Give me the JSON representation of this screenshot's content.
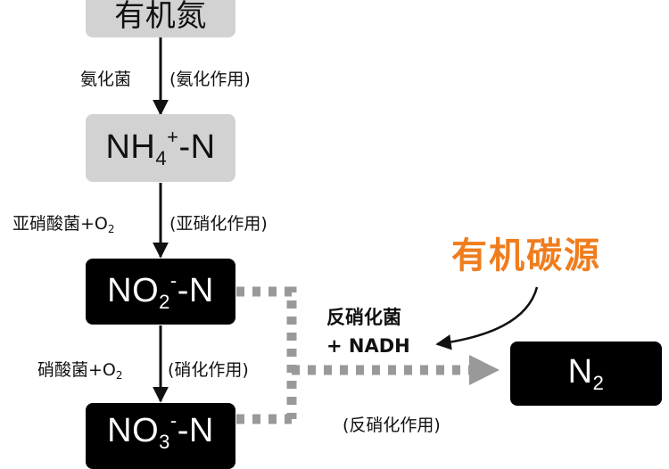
{
  "nodes": {
    "organic_n": {
      "label": "有机氮"
    },
    "nh4": {
      "main": "NH",
      "sub": "4",
      "sup": "+",
      "suffix": "-N"
    },
    "no2": {
      "main": "NO",
      "sub": "2",
      "sup": "-",
      "suffix": "-N"
    },
    "no3": {
      "main": "NO",
      "sub": "3",
      "sup": "-",
      "suffix": "-N"
    },
    "n2": {
      "main": "N",
      "sub": "2"
    }
  },
  "edges": {
    "ammonification": {
      "agent": "氨化菌",
      "process": "(氨化作用)"
    },
    "nitritation": {
      "agent": "亚硝酸菌+O",
      "agent_sub": "2",
      "process": "(亚硝化作用)"
    },
    "nitratation": {
      "agent": "硝酸菌+O",
      "agent_sub": "2",
      "process": "(硝化作用)"
    },
    "denitrification": {
      "agent": "反硝化菌",
      "cofactor": "+ NADH",
      "process": "(反硝化作用)"
    }
  },
  "carbon_source": {
    "label": "有机碳源"
  },
  "colors": {
    "accent": "#ef7d1e",
    "gray_box": "#d2d2d2",
    "black_box": "#000000",
    "dotted_arrow": "#999999"
  }
}
